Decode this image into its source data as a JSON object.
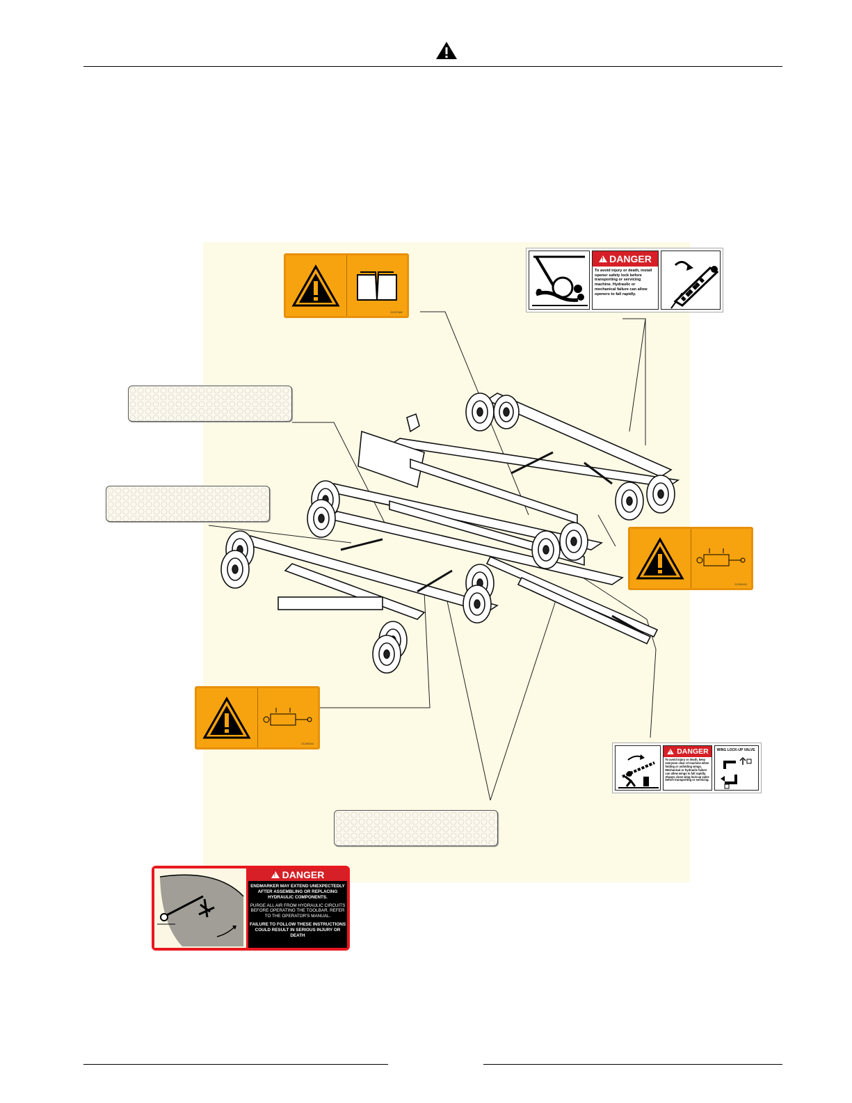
{
  "header": {
    "icon": "warning-icon"
  },
  "decals": {
    "manual": {
      "partno": "21207682"
    },
    "opener_lock": {
      "heading": "DANGER",
      "text": "To avoid injury or death, install opener safety lock before transporting or servicing machine. Hydraulic or mechanical failure can allow openers to fall rapidly."
    },
    "hydraulic_right": {
      "partno": "21208162"
    },
    "hydraulic_left": {
      "partno": "21208162"
    },
    "wing_lock": {
      "heading": "DANGER",
      "text": "To avoid injury or death, keep everyone clear of machine when folding or unfolding wings. Mechanical or hydraulic failure can allow wings to fall rapidly. Always close wing lock-up valve before transporting or servicing.",
      "valve_title": "WING LOCK-UP VALVE"
    },
    "endmarker": {
      "heading": "DANGER",
      "line1": "ENDMARKER MAY EXTEND UNEXPECTEDLY AFTER ASSEMBLING OR REPLACING HYDRAULIC COMPONENTS.",
      "line2": "PURGE ALL AIR FROM HYDRAULIC CIRCUITS BEFORE OPERATING THE TOOLBAR. REFER TO THE OPERATOR'S MANUAL.",
      "line3": "FAILURE TO FOLLOW THESE INSTRUCTIONS COULD RESULT IN SERIOUS INJURY OR DEATH"
    }
  },
  "colors": {
    "orange": "#f7a30f",
    "danger_red": "#d61f26",
    "panel": "#fdfbe6"
  }
}
